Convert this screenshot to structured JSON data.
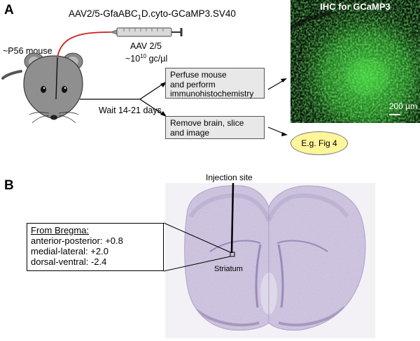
{
  "panel_a": {
    "letter": "A",
    "vector_name": "AAV2/5-GfaABC",
    "vector_sub": "1",
    "vector_rest": "D.cyto-GCaMP3.SV40",
    "mouse_label": "~P56 mouse",
    "serotype_label": "AAV 2/5",
    "titer_base": "~10",
    "titer_exp": "10",
    "titer_unit": " gc/µl",
    "wait_label": "Wait 14-21 days",
    "box_top": [
      "Perfuse mouse",
      "and perform",
      "immunohistochemistry"
    ],
    "box_bottom": [
      "Remove brain, slice",
      "and image"
    ],
    "oval_label": "E.g. Fig 4",
    "ihc_title": "IHC for GCaMP3",
    "scale_label": "200 µm",
    "colors": {
      "box_fill": "#e8e8e8",
      "oval_fill": "#fff59a",
      "ihc_green": "#3fcf3a",
      "wire": "#cc1e1e"
    }
  },
  "panel_b": {
    "letter": "B",
    "injection_label": "Injection site",
    "region_label": "Striatum",
    "bregma_title": "From Bregma:",
    "coords": [
      "anterior-posterior: +0.8",
      "medial-lateral: +2.0",
      "dorsal-ventral: -2.4"
    ],
    "colors": {
      "tissue": "#cfc6e0",
      "tissue_dark": "#8f7cae"
    }
  }
}
